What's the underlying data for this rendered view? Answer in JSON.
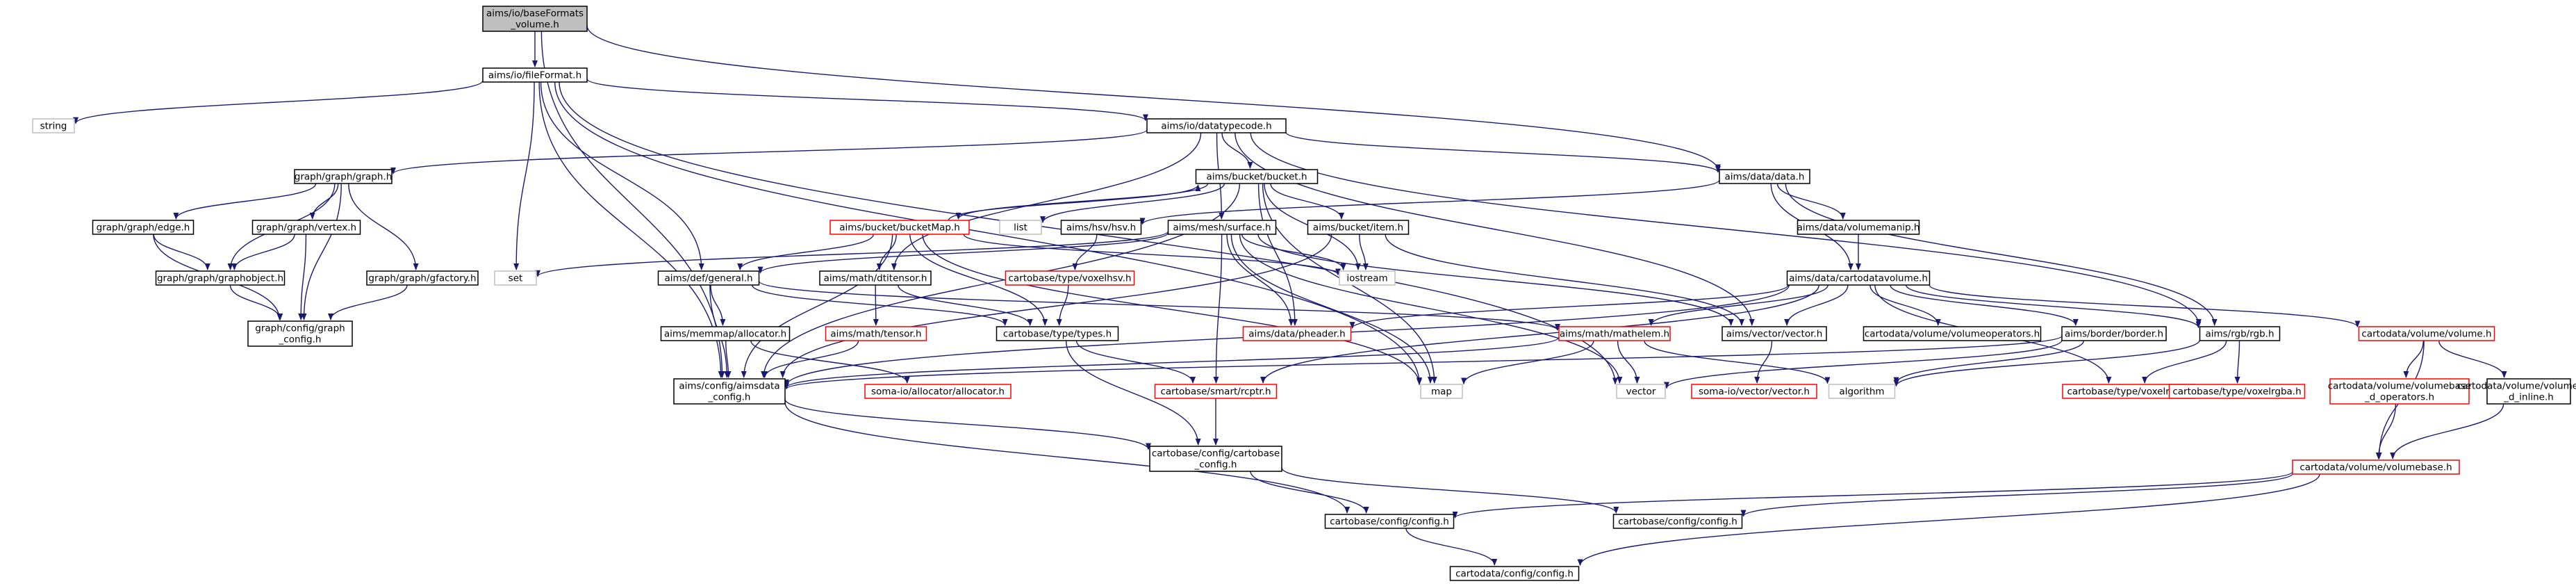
{
  "diagram": {
    "type": "include-dependency-graph",
    "colors": {
      "edge": "#191970",
      "edge_dim": "#9a9a9a",
      "node_normal_border": "#000000",
      "node_missing_border": "#ff0000",
      "node_external_border": "#bfbfbf",
      "node_root_fill": "#bfbfbf",
      "node_fill": "#ffffff"
    },
    "nodes": [
      {
        "id": "root",
        "lines": [
          "aims/io/baseFormats",
          "_volume.h"
        ],
        "kind": "root"
      },
      {
        "id": "fileFormat",
        "lines": [
          "aims/io/fileFormat.h"
        ],
        "kind": "normal"
      },
      {
        "id": "string",
        "lines": [
          "string"
        ],
        "kind": "external"
      },
      {
        "id": "datatypecode",
        "lines": [
          "aims/io/datatypecode.h"
        ],
        "kind": "normal"
      },
      {
        "id": "graph",
        "lines": [
          "graph/graph/graph.h"
        ],
        "kind": "normal"
      },
      {
        "id": "bucket",
        "lines": [
          "aims/bucket/bucket.h"
        ],
        "kind": "normal"
      },
      {
        "id": "data",
        "lines": [
          "aims/data/data.h"
        ],
        "kind": "normal"
      },
      {
        "id": "list",
        "lines": [
          "list"
        ],
        "kind": "external"
      },
      {
        "id": "bucketMap",
        "lines": [
          "aims/bucket/bucketMap.h"
        ],
        "kind": "missing"
      },
      {
        "id": "hsv",
        "lines": [
          "aims/hsv/hsv.h"
        ],
        "kind": "normal"
      },
      {
        "id": "surface",
        "lines": [
          "aims/mesh/surface.h"
        ],
        "kind": "normal"
      },
      {
        "id": "item",
        "lines": [
          "aims/bucket/item.h"
        ],
        "kind": "normal"
      },
      {
        "id": "volumemanip",
        "lines": [
          "aims/data/volumemanip.h"
        ],
        "kind": "normal"
      },
      {
        "id": "edge",
        "lines": [
          "graph/graph/edge.h"
        ],
        "kind": "normal"
      },
      {
        "id": "vertex",
        "lines": [
          "graph/graph/vertex.h"
        ],
        "kind": "normal"
      },
      {
        "id": "graphobject",
        "lines": [
          "graph/graph/graphobject.h"
        ],
        "kind": "normal"
      },
      {
        "id": "gfactory",
        "lines": [
          "graph/graph/gfactory.h"
        ],
        "kind": "normal"
      },
      {
        "id": "graphconfig",
        "lines": [
          "graph/config/graph",
          "_config.h"
        ],
        "kind": "normal"
      },
      {
        "id": "set",
        "lines": [
          "set"
        ],
        "kind": "external"
      },
      {
        "id": "general",
        "lines": [
          "aims/def/general.h"
        ],
        "kind": "normal"
      },
      {
        "id": "dtitensor",
        "lines": [
          "aims/math/dtitensor.h"
        ],
        "kind": "normal"
      },
      {
        "id": "voxelhsv",
        "lines": [
          "cartobase/type/voxelhsv.h"
        ],
        "kind": "missing"
      },
      {
        "id": "iostream",
        "lines": [
          "iostream"
        ],
        "kind": "external"
      },
      {
        "id": "cartodatavolume",
        "lines": [
          "aims/data/cartodatavolume.h"
        ],
        "kind": "normal"
      },
      {
        "id": "allocator",
        "lines": [
          "aims/memmap/allocator.h"
        ],
        "kind": "normal"
      },
      {
        "id": "tensor",
        "lines": [
          "aims/math/tensor.h"
        ],
        "kind": "missing"
      },
      {
        "id": "types",
        "lines": [
          "cartobase/type/types.h"
        ],
        "kind": "normal"
      },
      {
        "id": "pheader",
        "lines": [
          "aims/data/pheader.h"
        ],
        "kind": "missing"
      },
      {
        "id": "mathelem",
        "lines": [
          "aims/math/mathelem.h"
        ],
        "kind": "missing"
      },
      {
        "id": "vectorh",
        "lines": [
          "aims/vector/vector.h"
        ],
        "kind": "normal"
      },
      {
        "id": "volumeoperators",
        "lines": [
          "cartodata/volume/volumeoperators.h"
        ],
        "kind": "normal"
      },
      {
        "id": "border",
        "lines": [
          "aims/border/border.h"
        ],
        "kind": "normal"
      },
      {
        "id": "rgb",
        "lines": [
          "aims/rgb/rgb.h"
        ],
        "kind": "normal"
      },
      {
        "id": "volume",
        "lines": [
          "cartodata/volume/volume.h"
        ],
        "kind": "missing"
      },
      {
        "id": "aimsdataconfig",
        "lines": [
          "aims/config/aimsdata",
          "_config.h"
        ],
        "kind": "normal"
      },
      {
        "id": "somaallocator",
        "lines": [
          "soma-io/allocator/allocator.h"
        ],
        "kind": "missing"
      },
      {
        "id": "rcptr",
        "lines": [
          "cartobase/smart/rcptr.h"
        ],
        "kind": "missing"
      },
      {
        "id": "map",
        "lines": [
          "map"
        ],
        "kind": "external"
      },
      {
        "id": "vector",
        "lines": [
          "vector"
        ],
        "kind": "external"
      },
      {
        "id": "somavector",
        "lines": [
          "soma-io/vector/vector.h"
        ],
        "kind": "missing"
      },
      {
        "id": "algorithm",
        "lines": [
          "algorithm"
        ],
        "kind": "external"
      },
      {
        "id": "voxelrgb",
        "lines": [
          "cartobase/type/voxelrgb.h"
        ],
        "kind": "missing"
      },
      {
        "id": "voxelrgba",
        "lines": [
          "cartobase/type/voxelrgba.h"
        ],
        "kind": "missing"
      },
      {
        "id": "vbops",
        "lines": [
          "cartodata/volume/volumebase",
          "_d_operators.h"
        ],
        "kind": "missing"
      },
      {
        "id": "vbinline",
        "lines": [
          "cartodata/volume/volumebase",
          "_d_inline.h"
        ],
        "kind": "normal"
      },
      {
        "id": "cbconfig",
        "lines": [
          "cartobase/config/cartobase",
          "_config.h"
        ],
        "kind": "normal"
      },
      {
        "id": "volumebase",
        "lines": [
          "cartodata/volume/volumebase.h"
        ],
        "kind": "missing"
      },
      {
        "id": "cbconfigh",
        "lines": [
          "cartobase/config/config.h"
        ],
        "kind": "normal"
      },
      {
        "id": "cbconfigh2",
        "lines": [
          "cartobase/config/config.h"
        ],
        "kind": "normal"
      },
      {
        "id": "cdconfig",
        "lines": [
          "cartodata/config/config.h"
        ],
        "kind": "normal"
      }
    ],
    "edges": [
      [
        "root",
        "fileFormat"
      ],
      [
        "root",
        "data"
      ],
      [
        "root",
        "aimsdataconfig"
      ],
      [
        "fileFormat",
        "string"
      ],
      [
        "fileFormat",
        "datatypecode"
      ],
      [
        "fileFormat",
        "general"
      ],
      [
        "fileFormat",
        "set"
      ],
      [
        "fileFormat",
        "map"
      ],
      [
        "fileFormat",
        "vector"
      ],
      [
        "fileFormat",
        "aimsdataconfig"
      ],
      [
        "datatypecode",
        "graph"
      ],
      [
        "datatypecode",
        "bucket"
      ],
      [
        "datatypecode",
        "data"
      ],
      [
        "datatypecode",
        "surface"
      ],
      [
        "datatypecode",
        "dtitensor"
      ],
      [
        "datatypecode",
        "vectorh"
      ],
      [
        "datatypecode",
        "rgb"
      ],
      [
        "graph",
        "edge"
      ],
      [
        "graph",
        "vertex"
      ],
      [
        "graph",
        "graphobject"
      ],
      [
        "graph",
        "gfactory"
      ],
      [
        "graph",
        "graphconfig"
      ],
      [
        "edge",
        "graphobject"
      ],
      [
        "edge",
        "graphconfig"
      ],
      [
        "vertex",
        "graphobject"
      ],
      [
        "vertex",
        "graphconfig"
      ],
      [
        "graphobject",
        "graphconfig"
      ],
      [
        "gfactory",
        "graphconfig"
      ],
      [
        "bucket",
        "list"
      ],
      [
        "bucket",
        "bucketMap"
      ],
      [
        "bucket",
        "item"
      ],
      [
        "bucket",
        "iostream"
      ],
      [
        "bucket",
        "map"
      ],
      [
        "bucket",
        "aimsdataconfig"
      ],
      [
        "bucket",
        "pheader"
      ],
      [
        "bucketMap",
        "bucket"
      ],
      [
        "bucketMap",
        "dtitensor"
      ],
      [
        "bucketMap",
        "general"
      ],
      [
        "bucketMap",
        "types"
      ],
      [
        "bucketMap",
        "iostream"
      ],
      [
        "bucketMap",
        "map"
      ],
      [
        "bucketMap",
        "aimsdataconfig"
      ],
      [
        "item",
        "iostream"
      ],
      [
        "item",
        "vectorh"
      ],
      [
        "item",
        "aimsdataconfig"
      ],
      [
        "data",
        "hsv"
      ],
      [
        "data",
        "volumemanip"
      ],
      [
        "data",
        "cartodatavolume"
      ],
      [
        "data",
        "rgb"
      ],
      [
        "hsv",
        "voxelhsv"
      ],
      [
        "voxelhsv",
        "types"
      ],
      [
        "volumemanip",
        "cartodatavolume"
      ],
      [
        "surface",
        "set"
      ],
      [
        "surface",
        "general"
      ],
      [
        "surface",
        "vectorh"
      ],
      [
        "surface",
        "pheader"
      ],
      [
        "surface",
        "rcptr"
      ],
      [
        "surface",
        "iostream"
      ],
      [
        "surface",
        "map"
      ],
      [
        "surface",
        "vector"
      ],
      [
        "general",
        "allocator"
      ],
      [
        "general",
        "types"
      ],
      [
        "general",
        "mathelem"
      ],
      [
        "general",
        "aimsdataconfig"
      ],
      [
        "dtitensor",
        "tensor"
      ],
      [
        "dtitensor",
        "types"
      ],
      [
        "tensor",
        "aimsdataconfig"
      ],
      [
        "allocator",
        "somaallocator"
      ],
      [
        "allocator",
        "aimsdataconfig"
      ],
      [
        "types",
        "rcptr"
      ],
      [
        "types",
        "cbconfig"
      ],
      [
        "cartodatavolume",
        "vectorh"
      ],
      [
        "cartodatavolume",
        "volumeoperators"
      ],
      [
        "cartodatavolume",
        "border"
      ],
      [
        "cartodatavolume",
        "rgb"
      ],
      [
        "cartodatavolume",
        "volume"
      ],
      [
        "cartodatavolume",
        "pheader"
      ],
      [
        "cartodatavolume",
        "mathelem"
      ],
      [
        "cartodatavolume",
        "rcptr"
      ],
      [
        "cartodatavolume",
        "aimsdataconfig"
      ],
      [
        "cartodatavolume",
        "voxelrgb"
      ],
      [
        "mathelem",
        "aimsdataconfig"
      ],
      [
        "mathelem",
        "map"
      ],
      [
        "mathelem",
        "vector"
      ],
      [
        "mathelem",
        "algorithm"
      ],
      [
        "vectorh",
        "somavector"
      ],
      [
        "border",
        "vector"
      ],
      [
        "border",
        "algorithm"
      ],
      [
        "border",
        "aimsdataconfig"
      ],
      [
        "rgb",
        "voxelrgb"
      ],
      [
        "rgb",
        "voxelrgba"
      ],
      [
        "rgb",
        "algorithm"
      ],
      [
        "volume",
        "vbops"
      ],
      [
        "volume",
        "vbinline"
      ],
      [
        "volume",
        "volumebase"
      ],
      [
        "vbops",
        "volumebase"
      ],
      [
        "vbinline",
        "volumebase"
      ],
      [
        "volumebase",
        "cbconfigh"
      ],
      [
        "volumebase",
        "cbconfigh2"
      ],
      [
        "volumebase",
        "cdconfig"
      ],
      [
        "aimsdataconfig",
        "cbconfig"
      ],
      [
        "aimsdataconfig",
        "cbconfigh"
      ],
      [
        "rcptr",
        "cbconfig"
      ],
      [
        "cbconfig",
        "cbconfigh"
      ],
      [
        "cbconfig",
        "cbconfigh2"
      ],
      [
        "cbconfigh",
        "cdconfig"
      ]
    ]
  }
}
